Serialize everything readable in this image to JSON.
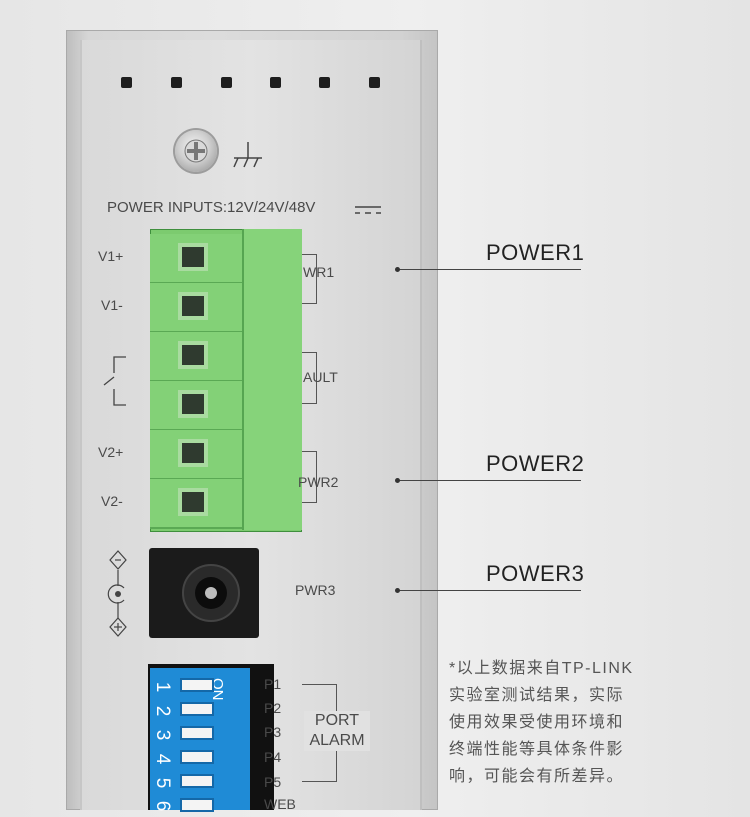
{
  "header": {
    "power_inputs": "POWER INPUTS:12V/24V/48V"
  },
  "terminal_labels": {
    "v1p": "V1+",
    "v1m": "V1-",
    "v2p": "V2+",
    "v2m": "V2-"
  },
  "group_labels": {
    "pwr1": "WR1",
    "fault": "AULT",
    "pwr2": "PWR2",
    "pwr3": "PWR3"
  },
  "callouts": {
    "power1": "POWER1",
    "power2": "POWER2",
    "power3": "POWER3"
  },
  "dip": {
    "on": "ON",
    "numbers": [
      "1",
      "2",
      "3",
      "4",
      "5",
      "6"
    ],
    "ports": [
      "P1",
      "P2",
      "P3",
      "P4",
      "P5",
      "WEB"
    ],
    "port_alarm_line1": "PORT",
    "port_alarm_line2": "ALARM"
  },
  "note": {
    "line1": "*以上数据来自TP-LINK",
    "line2": "实验室测试结果，实际",
    "line3": "使用效果受使用环境和",
    "line4": "终端性能等具体条件影",
    "line5": "响，可能会有所差异。"
  },
  "colors": {
    "terminal_green": "#7ccb6f",
    "dip_blue": "#1f8bd6"
  },
  "icons": [
    "ground-icon",
    "relay-contact-icon",
    "dc-polarity-icon"
  ]
}
